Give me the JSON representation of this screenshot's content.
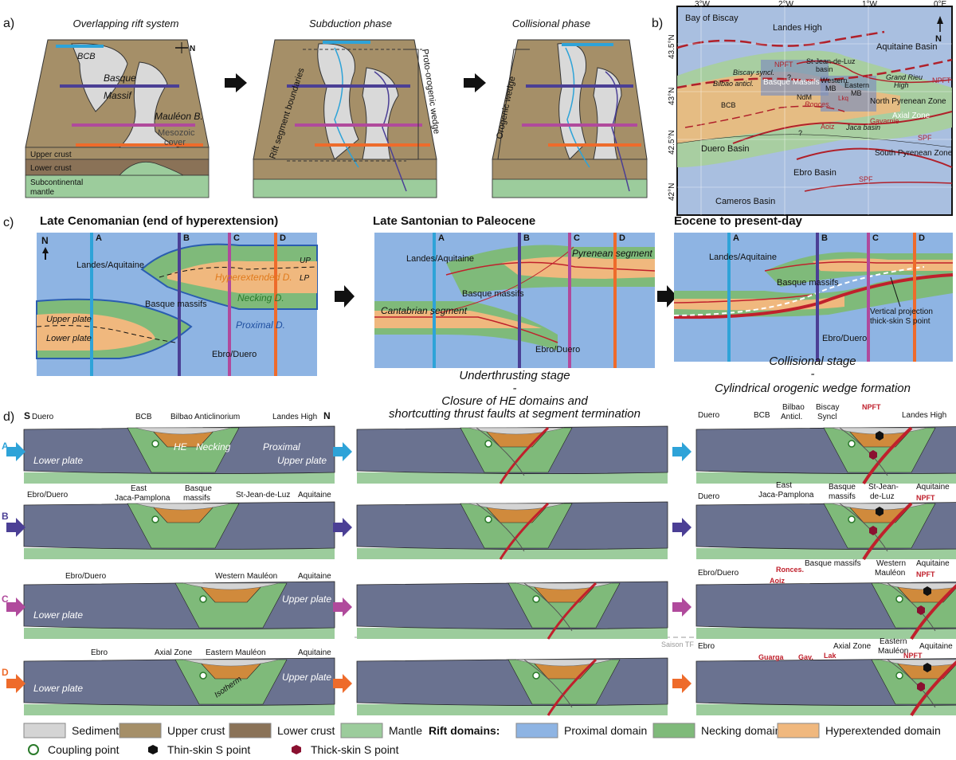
{
  "panel_letters": {
    "a": "a)",
    "b": "b)",
    "c": "c)",
    "d": "d)"
  },
  "a": {
    "titles": [
      "Overlapping rift system",
      "Subduction phase",
      "Collisional phase"
    ],
    "block1_labels": {
      "bcb": "BCB",
      "basque1": "Basque",
      "basque2": "Massif",
      "mauleon": "Mauléon B.",
      "meso1": "Mesozoic",
      "meso2": "cover",
      "upper": "Upper crust",
      "lower": "Lower crust",
      "mantle1": "Subcontinental",
      "mantle2": "mantle",
      "north": "N"
    },
    "block2_labels": {
      "rsb": "Rift segment boundaries",
      "pow": "Proto-orogenic wedge"
    },
    "block3_labels": {
      "ow": "Orogenic wedge"
    }
  },
  "b": {
    "north": "N",
    "lon_labels": [
      "3°W",
      "2°W",
      "1°W",
      "0°E"
    ],
    "lat_labels": [
      "43.5°N",
      "43°N",
      "42.5°N",
      "42°N"
    ],
    "places": {
      "bay": "Bay of Biscay",
      "landes": "Landes High",
      "aquitaine": "Aquitaine Basin",
      "npft": "NPFT",
      "stjean1": "St-Jean-de-Luz",
      "stjean2": "basin",
      "biscay": "Biscay syncl.",
      "bilbao": "Bilbao anticl.",
      "basque": "Basque Massifs",
      "wmb1": "Western",
      "wmb2": "MB",
      "emb1": "Eastern",
      "emb2": "MB",
      "grandrieu1": "Grand Rieu",
      "grandrieu2": "High",
      "npz": "North Pyrenean Zone",
      "npft2": "NPFT",
      "ndm": "NdM",
      "bcb": "BCB",
      "ronces": "Ronces.",
      "aoiz": "Aoiz",
      "jaca": "Jaca basin",
      "gavarnie": "Gavarnie",
      "axial": "Axial Zone",
      "spf": "SPF",
      "spf2": "SPF",
      "spz": "South Pyrenean Zone",
      "duero": "Duero Basin",
      "ebro": "Ebro Basin",
      "cameros": "Cameros Basin",
      "lkq": "Lkq",
      "q1": "?",
      "q2": "?"
    }
  },
  "c": {
    "titles": [
      "Late Cenomanian (end of hyperextension)",
      "Late Santonian to Paleocene",
      "Eocene to present-day"
    ],
    "section_letters": [
      "A",
      "B",
      "C",
      "D"
    ],
    "map1": {
      "north": "N",
      "landes": "Landes/Aquitaine",
      "basque": "Basque massifs",
      "ebro": "Ebro/Duero",
      "hyper": "Hyperextended D.",
      "necking": "Necking D.",
      "proximal": "Proximal D.",
      "up_plate": "Upper plate",
      "low_plate": "Lower plate",
      "up": "UP",
      "lp": "LP"
    },
    "map2": {
      "landes": "Landes/Aquitaine",
      "basque": "Basque massifs",
      "ebro": "Ebro/Duero",
      "pyrenean": "Pyrenean segment",
      "cantabrian": "Cantabrian segment"
    },
    "map3": {
      "landes": "Landes/Aquitaine",
      "basque": "Basque massifs",
      "ebro": "Ebro/Duero",
      "vp1": "Vertical projection",
      "vp2": "thick-skin S point"
    },
    "stage2": [
      "Underthrusting stage",
      "-",
      "Closure of HE domains and",
      "shortcutting thrust faults at segment termination"
    ],
    "stage3": [
      "Collisional stage",
      "-",
      "Cylindrical orogenic wedge formation"
    ]
  },
  "d": {
    "row_letters": [
      "A",
      "B",
      "C",
      "D"
    ],
    "s_label": "S",
    "n_label": "N",
    "rowA": {
      "duero": "Duero",
      "bcb": "BCB",
      "bilbao": "Bilbao Anticlinorium",
      "landes": "Landes High",
      "he": "HE",
      "necking": "Necking",
      "proximal": "Proximal",
      "lower": "Lower plate",
      "upper": "Upper plate"
    },
    "rowB": {
      "ebro": "Ebro/Duero",
      "east1": "East",
      "east2": "Jaca-Pamplona",
      "basque1": "Basque",
      "basque2": "massifs",
      "stjean": "St-Jean-de-Luz",
      "aquitaine": "Aquitaine"
    },
    "rowC": {
      "ebro": "Ebro/Duero",
      "wm": "Western Mauléon",
      "aquitaine": "Aquitaine",
      "lower": "Lower plate",
      "upper": "Upper plate"
    },
    "rowD": {
      "ebro": "Ebro",
      "axial": "Axial Zone",
      "em": "Eastern Mauléon",
      "aquitaine": "Aquitaine",
      "lower": "Lower plate",
      "upper": "Upper plate",
      "isotherm": "Isotherm"
    },
    "colA3": {
      "duero": "Duero",
      "bcb": "BCB",
      "bilbao1": "Bilbao",
      "bilbao2": "Anticl.",
      "biscay1": "Biscay",
      "biscay2": "Syncl",
      "npft": "NPFT",
      "landes": "Landes High"
    },
    "colB3": {
      "duero": "Duero",
      "east1": "East",
      "east2": "Jaca-Pamplona",
      "basque1": "Basque",
      "basque2": "massifs",
      "stjean1": "St-Jean-",
      "stjean2": "de-Luz",
      "aquitaine": "Aquitaine",
      "npft": "NPFT"
    },
    "colC3": {
      "ebro": "Ebro/Duero",
      "basque": "Basque massifs",
      "wm1": "Western",
      "wm2": "Mauléon",
      "aquitaine": "Aquitaine",
      "ronces": "Ronces.",
      "aoiz": "Aoiz",
      "npft": "NPFT"
    },
    "colD3": {
      "ebro": "Ebro",
      "axial": "Axial Zone",
      "em1": "Eastern",
      "em2": "Mauléon",
      "aquitaine": "Aquitaine",
      "guarga": "Guarga",
      "gav": "Gav.",
      "lak": "Lak",
      "npft": "NPFT"
    },
    "saison": "Saison TF"
  },
  "legend": {
    "sediments": "Sediments",
    "upper": "Upper crust",
    "lower": "Lower crust",
    "mantle": "Mantle",
    "rift": "Rift domains:",
    "proximal": "Proximal domain",
    "necking": "Necking domain",
    "hyper": "Hyperextended domain",
    "coupling": "Coupling point",
    "thin": "Thin-skin S point",
    "thick": "Thick-skin S point"
  },
  "colors": {
    "sediment": "#d4d4d4",
    "upper_crust": "#a58f68",
    "lower_crust": "#8a7257",
    "mantle": "#9ccc9c",
    "proximal": "#8eb4e3",
    "necking": "#7fba7a",
    "hyper": "#f0b87e",
    "section_A": "#2ea3d8",
    "section_B": "#4b3f95",
    "section_C": "#b04a9c",
    "section_D": "#ee6b2b",
    "plate": "#6a7290",
    "thrust": "#c0202c"
  }
}
